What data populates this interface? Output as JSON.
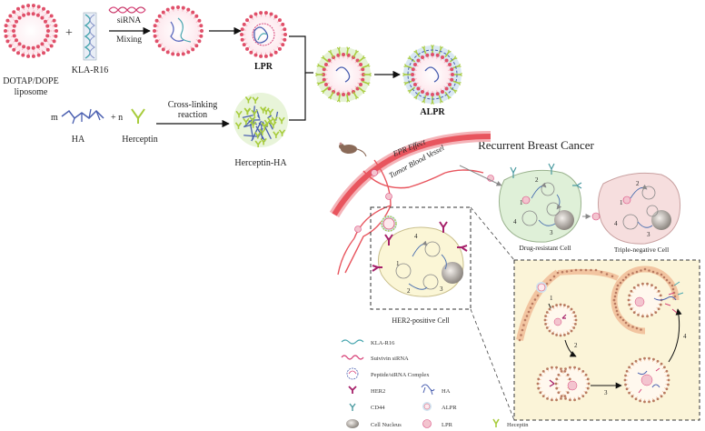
{
  "top": {
    "liposome_label_line1": "DOTAP/DOPE",
    "liposome_label_line2": "liposome",
    "plus1": "+",
    "kla_label": "KLA-R16",
    "sirna_label": "siRNA",
    "mixing_label": "Mixing",
    "lpr_label": "LPR",
    "ha_prefix": "m",
    "ha_label": "HA",
    "plus2": "+ n",
    "herceptin_label": "Herceptin",
    "crosslink_line1": "Cross-linking",
    "crosslink_line2": "reaction",
    "herceptin_ha_label": "Herceptin-HA",
    "alpr_label": "ALPR"
  },
  "middle": {
    "title": "Recurrent Breast Cancer",
    "epr_label": "EPR Effect",
    "vessel_label": "Tumor Blood Vessel",
    "drug_resistant_label": "Drug-resistant Cell",
    "triple_negative_label": "Triple-negative Cell",
    "her2_cell_label": "HER2-positive Cell"
  },
  "steps": {
    "s1": "1",
    "s2": "2",
    "s3": "3",
    "s4": "4"
  },
  "legend": {
    "kla": "KLA-R16",
    "sirna": "Suivivin siRNA",
    "complex": "Peptide/siRNA Complex",
    "her2": "HER2",
    "ha": "HA",
    "cd44": "CD44",
    "alpr": "ALPR",
    "nucleus": "Cell Nucleus",
    "lpr": "LPR",
    "heceptin": "Heceptin"
  },
  "colors": {
    "lipid_head": "#e0506a",
    "lipid_tail": "#f2a9b6",
    "vessel": "#e8555e",
    "ha_blue": "#4a5fb0",
    "herceptin_green": "#a8cc3c",
    "her2_magenta": "#a6206a",
    "cd44_teal": "#4a9aa0",
    "green_cell": "#dff0d8",
    "pink_cell": "#f6dede",
    "yellow_cell": "#fbf6d6",
    "inset_bg": "#fbf4d8"
  }
}
